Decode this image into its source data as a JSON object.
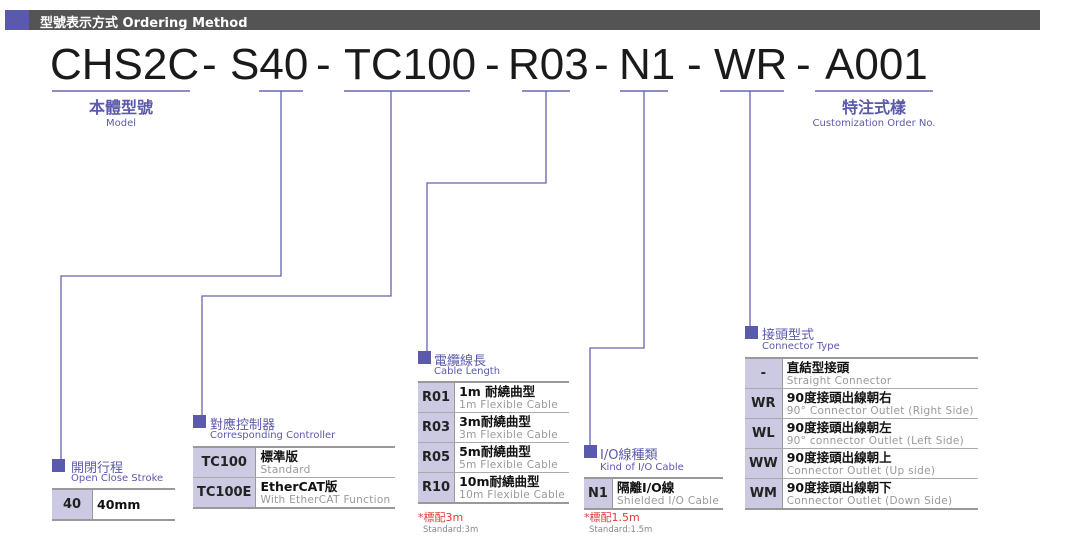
{
  "header": {
    "title": "型號表示方式 Ordering Method"
  },
  "code": {
    "segments": [
      "CHS2C",
      "S40",
      "TC100",
      "R03",
      "N1",
      "WR",
      "A001"
    ],
    "sep": "-"
  },
  "model": {
    "zh": "本體型號",
    "en": "Model"
  },
  "custom": {
    "zh": "特注式樣",
    "en": "Customization Order No."
  },
  "stroke": {
    "zh": "開閉行程",
    "en": "Open Close Stroke",
    "rows": [
      {
        "code": "40",
        "zh": "40mm"
      }
    ]
  },
  "controller": {
    "zh": "對應控制器",
    "en": "Corresponding Controller",
    "rows": [
      {
        "code": "TC100",
        "zh": "標準版",
        "en": "Standard"
      },
      {
        "code": "TC100E",
        "zh": "EtherCAT版",
        "en": "With EtherCAT Function"
      }
    ]
  },
  "cable": {
    "zh": "電纜線長",
    "en": "Cable Length",
    "rows": [
      {
        "code": "R01",
        "zh": "1m 耐繞曲型",
        "en": "1m Flexible Cable"
      },
      {
        "code": "R03",
        "zh": "3m耐繞曲型",
        "en": "3m Flexible Cable"
      },
      {
        "code": "R05",
        "zh": "5m耐繞曲型",
        "en": "5m Flexible Cable"
      },
      {
        "code": "R10",
        "zh": "10m耐繞曲型",
        "en": "10m Flexible Cable"
      }
    ],
    "note_zh": "*標配3m",
    "note_en": "Standard:3m"
  },
  "io": {
    "zh": "I/O線種類",
    "en": "Kind of I/O Cable",
    "rows": [
      {
        "code": "N1",
        "zh": "隔離I/O線",
        "en": "Shielded I/O Cable"
      }
    ],
    "note_zh": "*標配1.5m",
    "note_en": "Standard:1.5m"
  },
  "connector": {
    "zh": "接頭型式",
    "en": "Connector Type",
    "rows": [
      {
        "code": "-",
        "zh": "直結型接頭",
        "en": "Straight Connector"
      },
      {
        "code": "WR",
        "zh": "90度接頭出線朝右",
        "en": "90° Connector Outlet (Right Side)"
      },
      {
        "code": "WL",
        "zh": "90度接頭出線朝左",
        "en": "90° connector Outlet (Left Side)"
      },
      {
        "code": "WW",
        "zh": "90度接頭出線朝上",
        "en": "Connector Outlet (Up side)"
      },
      {
        "code": "WM",
        "zh": "90度接頭出線朝下",
        "en": "Connector Outlet (Down Side)"
      }
    ]
  }
}
